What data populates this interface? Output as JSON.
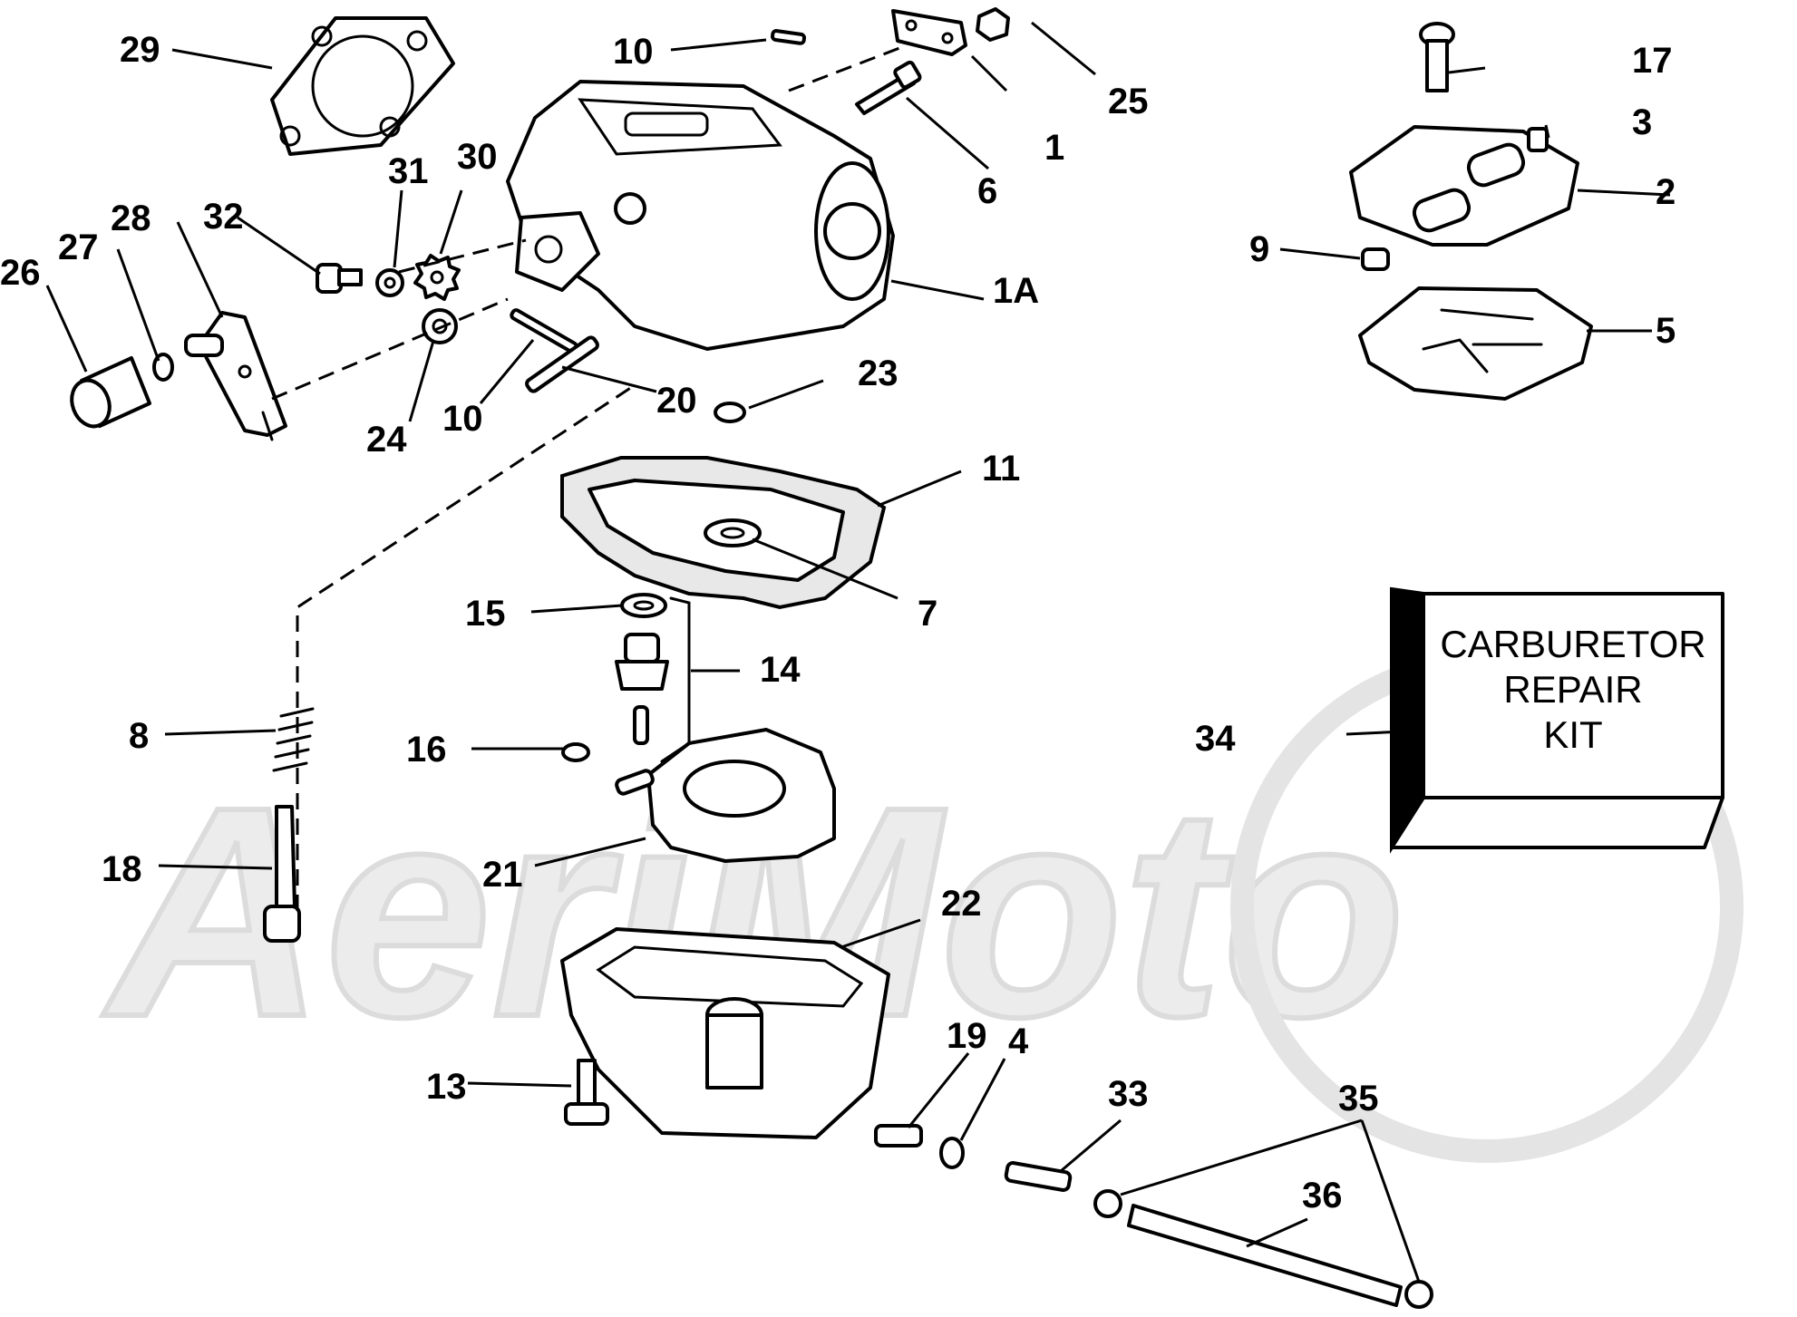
{
  "watermark": "AeriMoto",
  "kit": {
    "lines": [
      "CARBURETOR",
      "REPAIR",
      "KIT"
    ]
  },
  "labels": {
    "l1": "1",
    "l1a": "1A",
    "l2": "2",
    "l3": "3",
    "l4": "4",
    "l5": "5",
    "l6": "6",
    "l7": "7",
    "l8": "8",
    "l9": "9",
    "l10a": "10",
    "l10b": "10",
    "l11": "11",
    "l13": "13",
    "l14": "14",
    "l15": "15",
    "l16": "16",
    "l17": "17",
    "l18": "18",
    "l19": "19",
    "l20": "20",
    "l21": "21",
    "l22": "22",
    "l23": "23",
    "l24": "24",
    "l25": "25",
    "l26": "26",
    "l27": "27",
    "l28": "28",
    "l29": "29",
    "l30": "30",
    "l31": "31",
    "l32": "32",
    "l33": "33",
    "l34": "34",
    "l35": "35",
    "l36": "36"
  }
}
